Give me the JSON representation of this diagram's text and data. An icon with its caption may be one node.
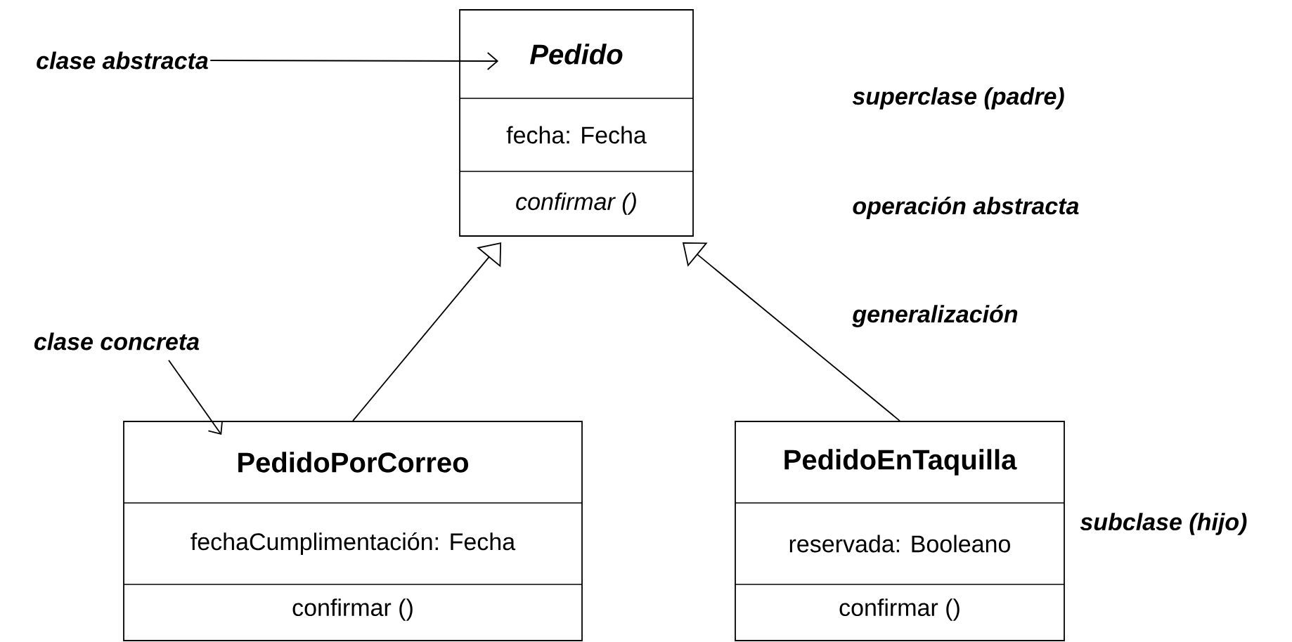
{
  "diagram": {
    "nodes": [
      {
        "text": [
          "Pedido",
          "fecha: Fecha",
          "confirmar ()"
        ]
      },
      {
        "text": [
          "PedidoPorCorreo",
          "fechaCumplimentación: Fecha",
          "confirmar ()"
        ]
      },
      {
        "text": [
          "PedidoEnTaquilla",
          "reservada: Booleano",
          "confirmar ()"
        ]
      },
      {
        "text": [
          "clase abstracta"
        ]
      },
      {
        "text": [
          "clase concreta"
        ]
      }
    ],
    "edges": [
      {
        "from": 1,
        "to": 0,
        "arrow": "to"
      },
      {
        "from": 2,
        "to": 0,
        "arrow": "to"
      },
      {
        "from": 3,
        "to": 0,
        "arrow": "to"
      },
      {
        "from": 4,
        "to": 1,
        "arrow": "to"
      }
    ],
    "labels": [
      "superclase (padre)",
      "operación abstracta",
      "generalización",
      "subclase (hijo)"
    ]
  }
}
